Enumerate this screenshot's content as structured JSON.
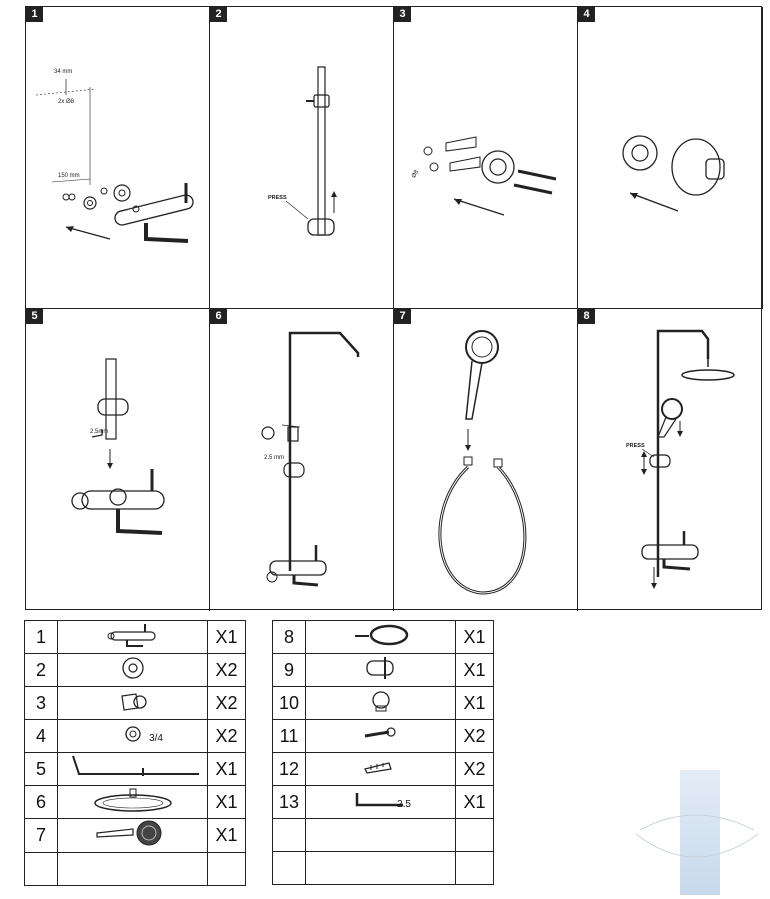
{
  "steps": [
    {
      "number": "1",
      "labels": {
        "dim_top": "34 mm",
        "dim_hole": "2x Ø8",
        "dim_spacing": "150 mm"
      }
    },
    {
      "number": "2",
      "labels": {
        "press": "PRESS"
      }
    },
    {
      "number": "3",
      "labels": {
        "dim_drill": "Ø8"
      }
    },
    {
      "number": "4",
      "labels": {}
    },
    {
      "number": "5",
      "labels": {
        "hex": "2.5mm"
      }
    },
    {
      "number": "6",
      "labels": {
        "hex": "2.5 mm"
      }
    },
    {
      "number": "7",
      "labels": {}
    },
    {
      "number": "8",
      "labels": {
        "press": "PRESS"
      }
    }
  ],
  "parts_left": [
    {
      "num": "1",
      "icon": "mixer-valve-icon",
      "qty": "X1",
      "note": ""
    },
    {
      "num": "2",
      "icon": "wall-flange-icon",
      "qty": "X2",
      "note": ""
    },
    {
      "num": "3",
      "icon": "eccentric-connector-icon",
      "qty": "X2",
      "note": ""
    },
    {
      "num": "4",
      "icon": "washer-icon",
      "qty": "X2",
      "note": "3/4"
    },
    {
      "num": "5",
      "icon": "riser-rail-icon",
      "qty": "X1",
      "note": ""
    },
    {
      "num": "6",
      "icon": "rain-shower-head-icon",
      "qty": "X1",
      "note": ""
    },
    {
      "num": "7",
      "icon": "hand-shower-icon",
      "qty": "X1",
      "note": ""
    },
    {
      "num": "",
      "icon": "",
      "qty": "",
      "note": ""
    }
  ],
  "parts_right": [
    {
      "num": "8",
      "icon": "shower-hose-icon",
      "qty": "X1",
      "note": ""
    },
    {
      "num": "9",
      "icon": "slider-bracket-icon",
      "qty": "X1",
      "note": ""
    },
    {
      "num": "10",
      "icon": "wall-bracket-icon",
      "qty": "X1",
      "note": ""
    },
    {
      "num": "11",
      "icon": "screw-icon",
      "qty": "X2",
      "note": ""
    },
    {
      "num": "12",
      "icon": "wall-plug-icon",
      "qty": "X2",
      "note": ""
    },
    {
      "num": "13",
      "icon": "hex-key-icon",
      "qty": "X1",
      "note": "2.5"
    },
    {
      "num": "",
      "icon": "",
      "qty": "",
      "note": ""
    },
    {
      "num": "",
      "icon": "",
      "qty": "",
      "note": ""
    }
  ],
  "watermark": {
    "icon": "brand-watermark-icon",
    "text": ""
  }
}
